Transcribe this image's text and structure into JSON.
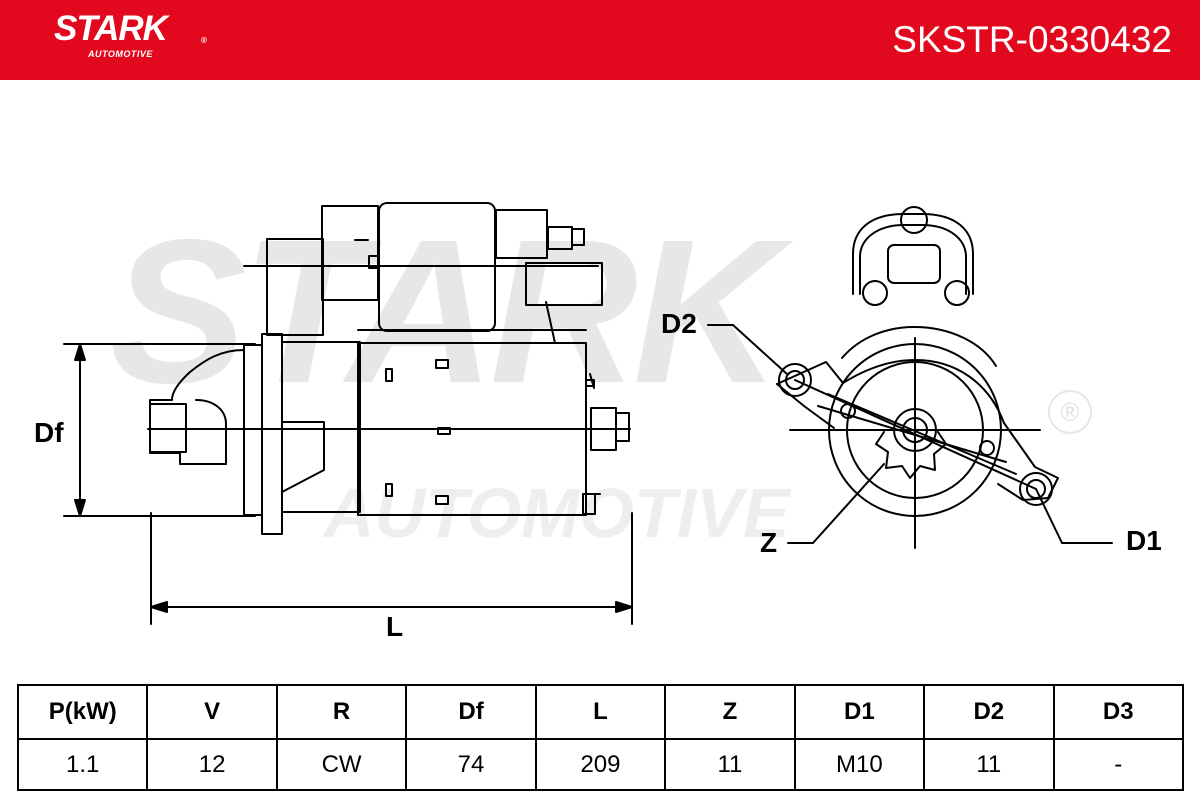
{
  "brand": {
    "name": "STARK",
    "subtitle": "AUTOMOTIVE",
    "registered": "®"
  },
  "header": {
    "part_number": "SKSTR-0330432",
    "background": "#e2091e"
  },
  "watermark": {
    "main": "STARK",
    "sub": "AUTOMOTIVE",
    "registered": "®"
  },
  "labels": {
    "df": "Df",
    "l": "L",
    "d1": "D1",
    "d2": "D2",
    "z": "Z"
  },
  "spec_table": {
    "headers": [
      "P(kW)",
      "V",
      "R",
      "Df",
      "L",
      "Z",
      "D1",
      "D2",
      "D3"
    ],
    "values": [
      "1.1",
      "12",
      "CW",
      "74",
      "209",
      "11",
      "M10",
      "11",
      "-"
    ]
  }
}
